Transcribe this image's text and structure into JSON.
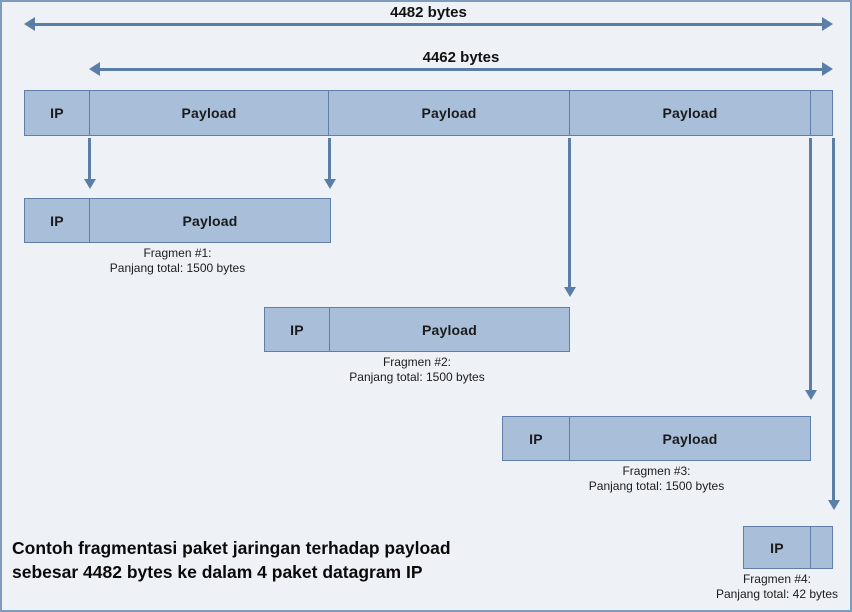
{
  "diagram": {
    "title_caption_line1": "Contoh fragmentasi paket jaringan terhadap payload",
    "title_caption_line2": "sebesar 4482 bytes ke dalam 4 paket datagram IP",
    "colors": {
      "background": "#eef2f7",
      "block_fill": "#a8bed9",
      "block_border": "#5f7fa8",
      "arrow": "#5b7ea8",
      "canvas_border": "#7d9cc0"
    },
    "measures": [
      {
        "label": "4482 bytes"
      },
      {
        "label": "4462 bytes"
      }
    ],
    "original_packet": {
      "segments": [
        {
          "label": "IP"
        },
        {
          "label": "Payload"
        },
        {
          "label": "Payload"
        },
        {
          "label": "Payload"
        },
        {
          "label": ""
        }
      ]
    },
    "fragments": [
      {
        "ip_label": "IP",
        "payload_label": "Payload",
        "caption_line1": "Fragmen #1:",
        "caption_line2": "Panjang total: 1500 bytes"
      },
      {
        "ip_label": "IP",
        "payload_label": "Payload",
        "caption_line1": "Fragmen #2:",
        "caption_line2": "Panjang total: 1500 bytes"
      },
      {
        "ip_label": "IP",
        "payload_label": "Payload",
        "caption_line1": "Fragmen #3:",
        "caption_line2": "Panjang total: 1500 bytes"
      },
      {
        "ip_label": "IP",
        "payload_label": "",
        "caption_line1": "Fragmen #4:",
        "caption_line2": "Panjang total: 42 bytes"
      }
    ]
  }
}
